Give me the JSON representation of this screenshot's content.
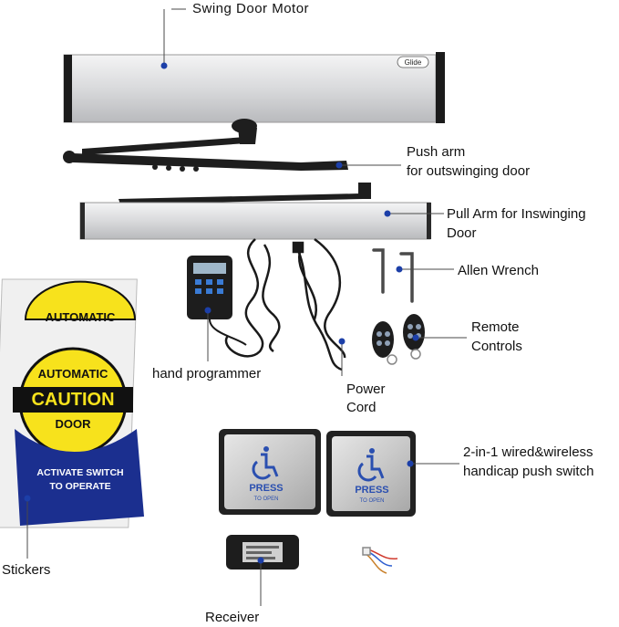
{
  "labels": {
    "motor": "Swing Door Motor",
    "push_arm": [
      "Push arm",
      "for outswinging door"
    ],
    "pull_arm": [
      "Pull Arm for Inswinging",
      "Door"
    ],
    "wrench": "Allen Wrench",
    "remote": [
      "Remote",
      "Controls"
    ],
    "programmer": "hand programmer",
    "power": [
      "Power",
      "Cord"
    ],
    "switch": [
      "2-in-1 wired&wireless",
      "handicap push switch"
    ],
    "stickers": "Stickers",
    "receiver": "Receiver"
  },
  "product_text": {
    "brand": "Glide",
    "sticker_small": "AUTOMATIC",
    "sticker_top": "AUTOMATIC",
    "sticker_caution": "CAUTION",
    "sticker_door": "DOOR",
    "sticker_line1": "ACTIVATE SWITCH",
    "sticker_line2": "TO OPERATE",
    "switch_press": "PRESS",
    "switch_to_open": "TO OPEN"
  },
  "colors": {
    "sticker_yellow": "#f7e21c",
    "sticker_blue": "#1b2f8f",
    "pointer_blue": "#1c3fa8",
    "switch_blue": "#2a4fb0",
    "housing_silver": "#d8d9db"
  }
}
